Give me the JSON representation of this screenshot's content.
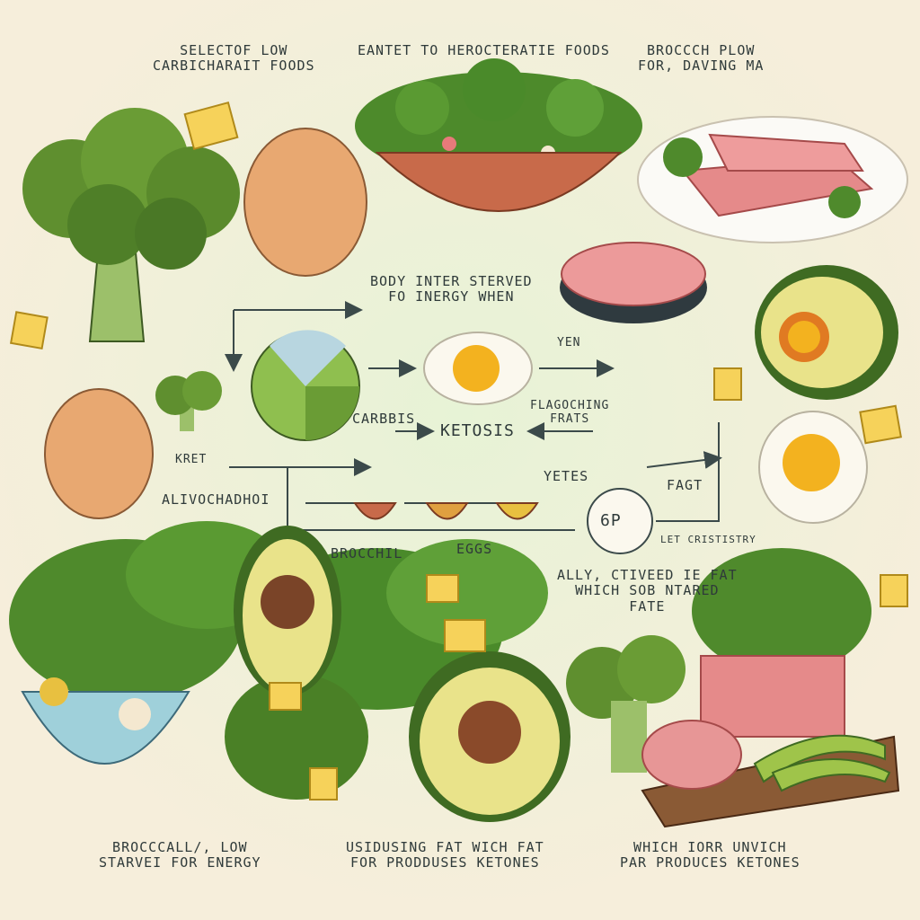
{
  "header": {
    "top_left": [
      "SELECTOF LOW",
      "CARBICHARAIT FOODS"
    ],
    "top_center": "EANTET TO HEROCTERATIE FOODS",
    "top_right": [
      "BROCCCH PLOW",
      "FOR, DAVING MA"
    ]
  },
  "flow": {
    "body_energy": [
      "BODY INTER STERVED",
      "FO INERGY WHEN"
    ],
    "yen": "YEN",
    "carbs": "CARBBIS",
    "ketosis": "KETOSIS",
    "fats": [
      "FLAGOCHING",
      "FRATS"
    ],
    "ket": "KRET",
    "yetes": "YETES",
    "fact": "FAGT",
    "alvochadhoi": "ALIVOCHADHOI",
    "broccoli": "BROCCHIL",
    "eggs": "EGGS",
    "badge": "6P",
    "ket_orb": "LET CRISTISTRY",
    "note": [
      "ALLY, CTIVEED IE FAT",
      "WHICH SOB NTARED",
      "FATE"
    ]
  },
  "footer": {
    "left": [
      "BROCCCALL/, LOW",
      "STARVEI FOR ENERGY"
    ],
    "center": [
      "USIDUSING FAT WICH FAT",
      "FOR PRODDUSES KETONES"
    ],
    "right": [
      "WHICH IORR UNVICH",
      "PAR PRODUCES KETONES"
    ]
  },
  "colors": {
    "background": "#f6eedb",
    "glow": "#e7f3d6",
    "broccoli": "#5f8f2f",
    "spinach": "#4f8a2c",
    "avocado_flesh": "#e9e38a",
    "avocado_skin": "#3f6b22",
    "egg_yolk": "#f3b21f",
    "meat": "#e98d8d",
    "ink": "#2f3a3a"
  }
}
